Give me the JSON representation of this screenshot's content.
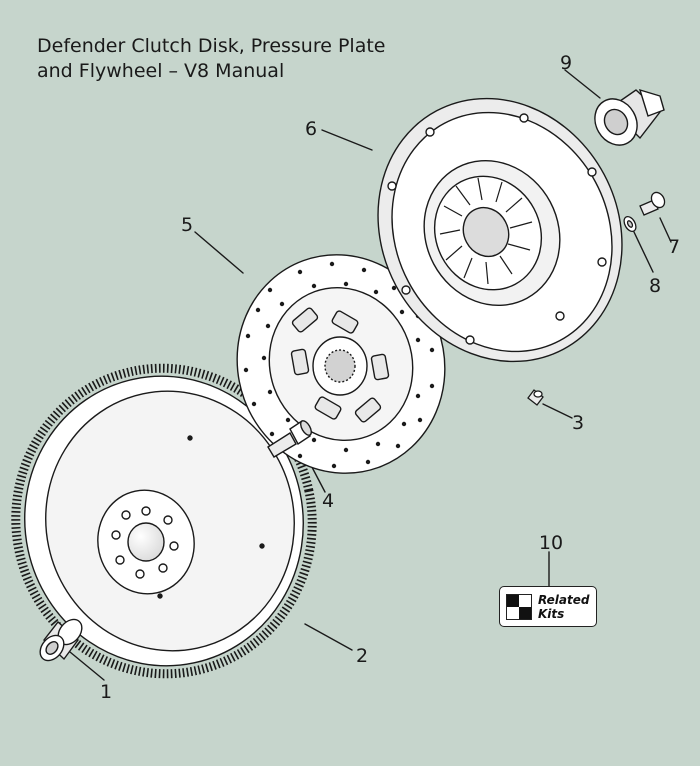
{
  "title": {
    "line1": "Defender Clutch Disk, Pressure Plate",
    "line2": "and Flywheel – V8 Manual"
  },
  "callouts": [
    "1",
    "2",
    "3",
    "4",
    "5",
    "6",
    "7",
    "8",
    "9",
    "10"
  ],
  "related_kits": {
    "line1": "Related",
    "line2": "Kits"
  },
  "colors": {
    "background": "#c6d5cc",
    "part_fill": "#ffffff",
    "outline": "#1a1a1a",
    "shadow": "#cfcfcf"
  }
}
